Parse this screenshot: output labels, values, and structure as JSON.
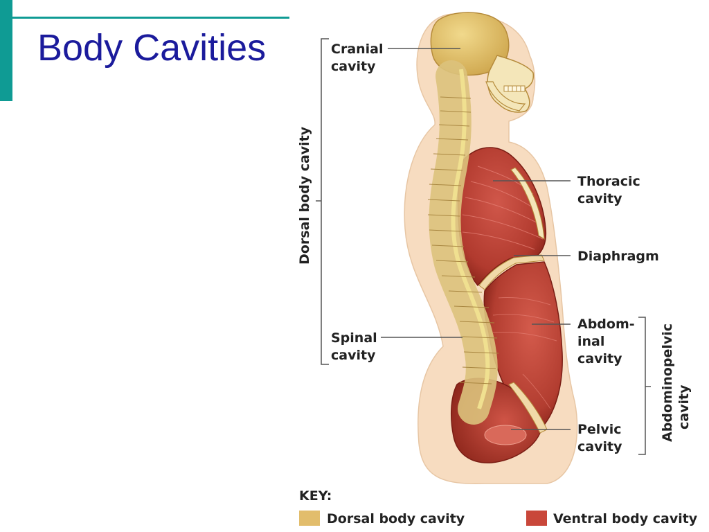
{
  "slide": {
    "title": "Body Cavities"
  },
  "figure": {
    "labels": {
      "cranial": [
        "Cranial",
        "cavity"
      ],
      "thoracic": [
        "Thoracic",
        "cavity"
      ],
      "diaphragm": [
        "Diaphragm"
      ],
      "abdominal": [
        "Abdom-",
        "inal",
        "cavity"
      ],
      "spinal": [
        "Spinal",
        "cavity"
      ],
      "pelvic": [
        "Pelvic",
        "cavity"
      ],
      "dorsal_bracket": "Dorsal body cavity",
      "abdominopelvic_bracket": [
        "Abdominopelvic",
        "cavity"
      ]
    },
    "key": {
      "title": "KEY:",
      "items": [
        {
          "label": "Dorsal body cavity",
          "color": "#e2bd6c"
        },
        {
          "label": "Ventral body cavity",
          "color": "#c9473a"
        }
      ]
    }
  },
  "colors": {
    "accent": "#0f9b94",
    "title": "#1b1b9c",
    "skin": "#f7dcc0",
    "dorsal": "#e2bd6c",
    "ventral": "#c9473a",
    "ventral_dark": "#8d2318"
  }
}
